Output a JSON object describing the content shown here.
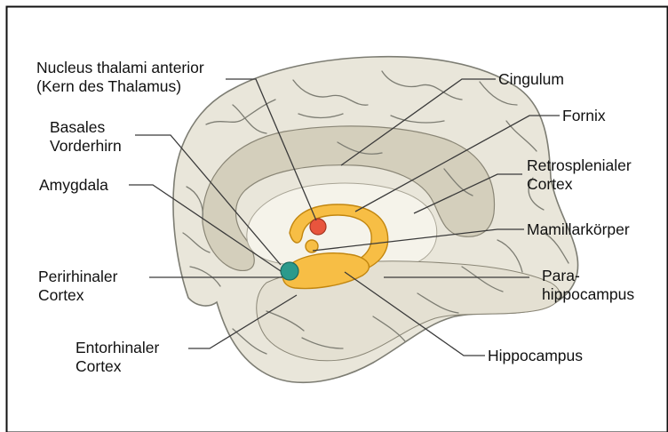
{
  "labels": {
    "nucleus_thalami": [
      "Nucleus thalami anterior",
      "(Kern des Thalamus)"
    ],
    "basales_vorderhirn": [
      "Basales",
      "Vorderhirn"
    ],
    "amygdala": [
      "Amygdala"
    ],
    "perirhinaler_cortex": [
      "Perirhinaler",
      "Cortex"
    ],
    "entorhinaler_cortex": [
      "Entorhinaler",
      "Cortex"
    ],
    "cingulum": [
      "Cingulum"
    ],
    "fornix": [
      "Fornix"
    ],
    "retrosplenialer_cortex": [
      "Retrosplenialer",
      "Cortex"
    ],
    "mamillarkoerper": [
      "Mamillarkörper"
    ],
    "parahippocampus": [
      "Para-",
      "hippocampus"
    ],
    "hippocampus": [
      "Hippocampus"
    ]
  },
  "colors": {
    "cortex": "#e9e6da",
    "gyrus_outline": "#7d7d73",
    "cingulum_band": "#d4cfbc",
    "inner_region": "#f5f3ea",
    "fornix_hippocampus": "#f7be45",
    "fornix_outline": "#c2860f",
    "thalamus_nucleus": "#e8553d",
    "amygdala": "#2b9a8c",
    "leader_line": "#3a3a3a",
    "frame": "#111111"
  }
}
